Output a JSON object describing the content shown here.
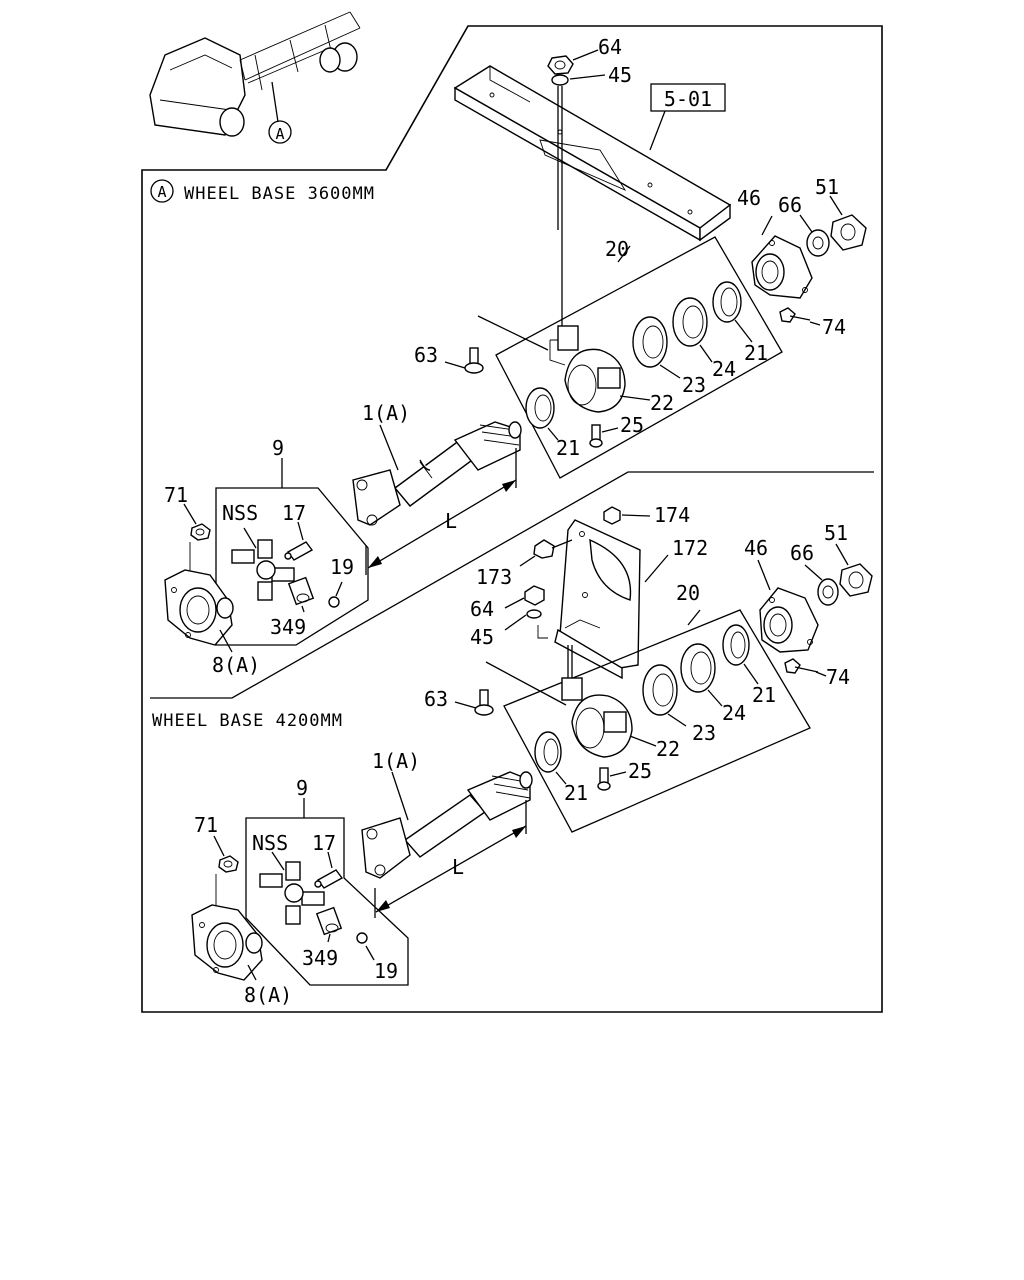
{
  "sections": {
    "upper_title": "WHEEL BASE 3600MM",
    "upper_marker": "A",
    "lower_title": "WHEEL BASE 4200MM",
    "vehicle_marker": "A"
  },
  "reference_box": "5-01",
  "upper": {
    "labels": {
      "p64": "64",
      "p45": "45",
      "p46": "46",
      "p66": "66",
      "p51": "51",
      "p20": "20",
      "p74": "74",
      "p63": "63",
      "p21a": "21",
      "p22": "22",
      "p23": "23",
      "p24": "24",
      "p21b": "21",
      "p25": "25",
      "p1a": "1(A)",
      "p9": "9",
      "p71": "71",
      "nss": "NSS",
      "p17": "17",
      "p19": "19",
      "p349": "349",
      "p8a": "8(A)",
      "len": "L"
    }
  },
  "lower": {
    "labels": {
      "p174": "174",
      "p172": "172",
      "p173": "173",
      "p64": "64",
      "p45": "45",
      "p46": "46",
      "p66": "66",
      "p51": "51",
      "p20": "20",
      "p74": "74",
      "p63": "63",
      "p21a": "21",
      "p22": "22",
      "p23": "23",
      "p24": "24",
      "p21b": "21",
      "p25": "25",
      "p1a": "1(A)",
      "p9": "9",
      "p71": "71",
      "nss": "NSS",
      "p17": "17",
      "p19": "19",
      "p349": "349",
      "p8a": "8(A)",
      "len": "L"
    }
  }
}
